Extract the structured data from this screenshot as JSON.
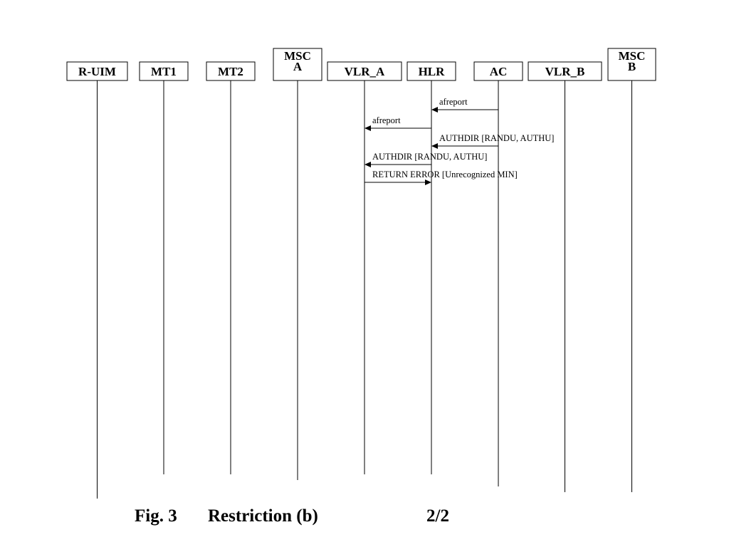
{
  "actors": [
    {
      "id": "r-uim",
      "lines": [
        "R-UIM"
      ]
    },
    {
      "id": "mt1",
      "lines": [
        "MT1"
      ]
    },
    {
      "id": "mt2",
      "lines": [
        "MT2"
      ]
    },
    {
      "id": "msc-a",
      "lines": [
        "MSC",
        "A"
      ]
    },
    {
      "id": "vlr-a",
      "lines": [
        "VLR_A"
      ]
    },
    {
      "id": "hlr",
      "lines": [
        "HLR"
      ]
    },
    {
      "id": "ac",
      "lines": [
        "AC"
      ]
    },
    {
      "id": "vlr-b",
      "lines": [
        "VLR_B"
      ]
    },
    {
      "id": "msc-b",
      "lines": [
        "MSC",
        "B"
      ]
    }
  ],
  "messages": [
    {
      "from": "ac",
      "to": "hlr",
      "label": "afreport"
    },
    {
      "from": "hlr",
      "to": "vlr-a",
      "label": "afreport"
    },
    {
      "from": "ac",
      "to": "hlr",
      "label": "AUTHDIR [RANDU, AUTHU]"
    },
    {
      "from": "hlr",
      "to": "vlr-a",
      "label": "AUTHDIR [RANDU, AUTHU]"
    },
    {
      "from": "vlr-a",
      "to": "hlr",
      "label": "RETURN ERROR [Unrecognized MIN]"
    }
  ],
  "caption": {
    "figure": "Fig. 3",
    "title": "Restriction (b)",
    "page": "2/2"
  }
}
